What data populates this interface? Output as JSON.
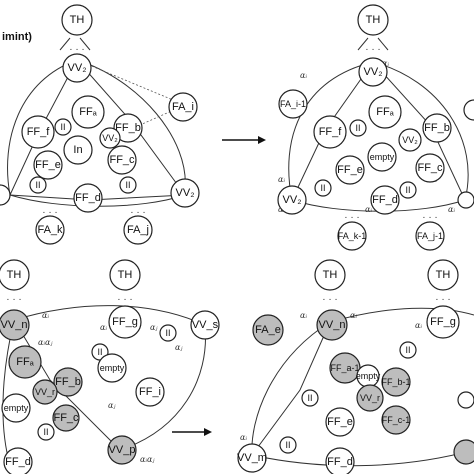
{
  "title_fragment": "imint)",
  "labels": {
    "th": "TH",
    "vv2": "VV₂",
    "ffa": "FFₐ",
    "ffb": "FF_b",
    "ffc": "FF_c",
    "ffd": "FF_d",
    "ffe": "FF_e",
    "fff": "FF_f",
    "ffg": "FF_g",
    "in": "In",
    "ii": "II",
    "empty": "empty",
    "fai": "FA_i",
    "fai1": "FA_i-1",
    "fak": "FA_k",
    "fak1": "FA_k-1",
    "faj": "FA_j",
    "faj1": "FA_j-1",
    "fae": "FA_e",
    "vvn": "VV_n",
    "vvs": "VV_s",
    "vvr": "VV_r",
    "vvp": "VV_p",
    "vvm": "VV_m",
    "ffa1": "FF_a-1",
    "ffb1": "FF_b-1",
    "ffc1": "FF_c-1",
    "ffi": "FF_i"
  },
  "alphas": {
    "ai": "αᵢ",
    "aj": "αⱼ",
    "ak": "αₖ",
    "aiaj": "αᵢαⱼ"
  },
  "dots": "· · ·"
}
